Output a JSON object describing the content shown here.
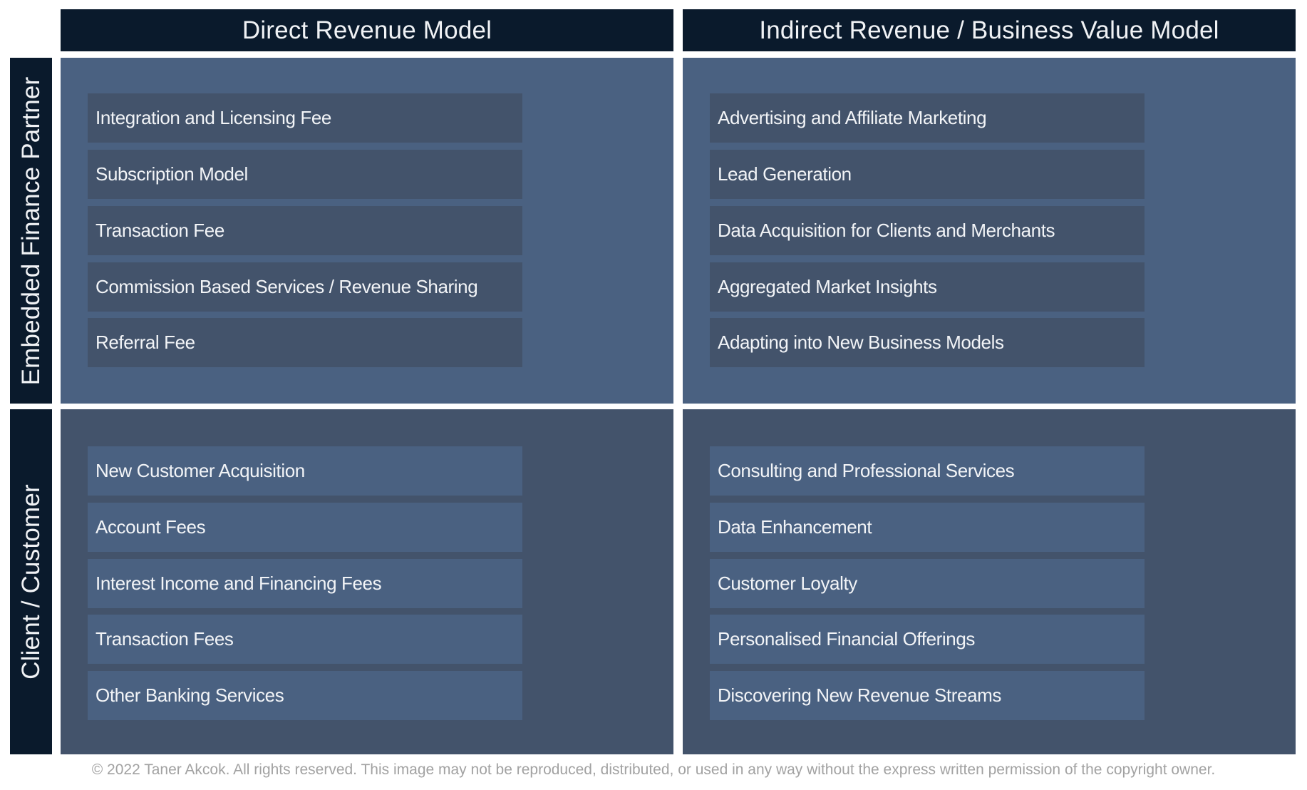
{
  "columns": [
    {
      "label": "Direct Revenue Model"
    },
    {
      "label": "Indirect Revenue / Business Value Model"
    }
  ],
  "rows": [
    {
      "label": "Embedded Finance Partner"
    },
    {
      "label": "Client / Customer"
    }
  ],
  "cells": {
    "partner_direct": [
      "Integration and Licensing Fee",
      "Subscription Model",
      "Transaction Fee",
      "Commission Based Services / Revenue Sharing",
      "Referral Fee"
    ],
    "partner_indirect": [
      "Advertising and Affiliate Marketing",
      "Lead Generation",
      "Data Acquisition for Clients and Merchants",
      "Aggregated Market Insights",
      "Adapting into New Business Models"
    ],
    "client_direct": [
      "New Customer Acquisition",
      "Account Fees",
      "Interest Income and Financing Fees",
      "Transaction Fees",
      "Other Banking Services"
    ],
    "client_indirect": [
      "Consulting and Professional Services",
      "Data Enhancement",
      "Customer Loyalty",
      "Personalised Financial Offerings",
      "Discovering New Revenue Streams"
    ]
  },
  "footer": "© 2022 Taner Akcok. All rights reserved. This image may not be reproduced, distributed, or used in any way without the express written permission of the copyright owner.",
  "colors": {
    "header_bg": "#0a1a2c",
    "panel_light": "#4a6181",
    "panel_dark": "#43536b",
    "footer_text": "#a2a2a2"
  }
}
